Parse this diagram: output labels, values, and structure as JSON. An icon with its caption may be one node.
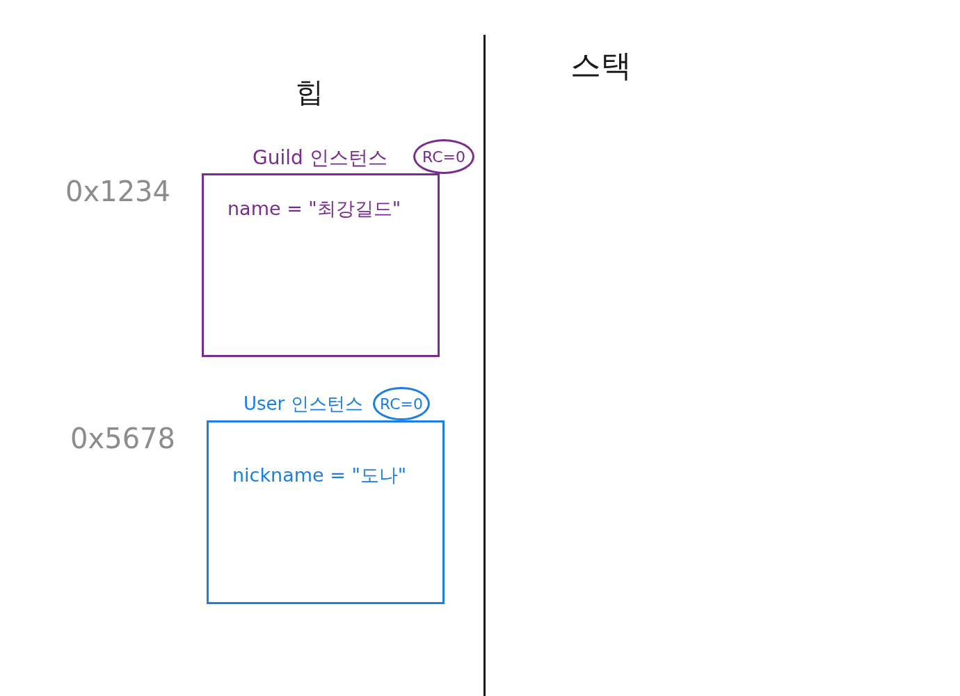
{
  "diagram": {
    "nodes": [
      {
        "text": [
          "Guild 인스턴스",
          "name = \"최강길드\""
        ],
        "beside": [
          "0x1234"
        ]
      },
      {
        "text": [
          "RC=0"
        ]
      },
      {
        "text": [
          "User 인스턴스",
          "nickname = \"도나\""
        ],
        "beside": [
          "0x5678"
        ]
      },
      {
        "text": [
          "RC=0"
        ]
      }
    ],
    "labels": [
      "힙",
      "스택"
    ]
  }
}
